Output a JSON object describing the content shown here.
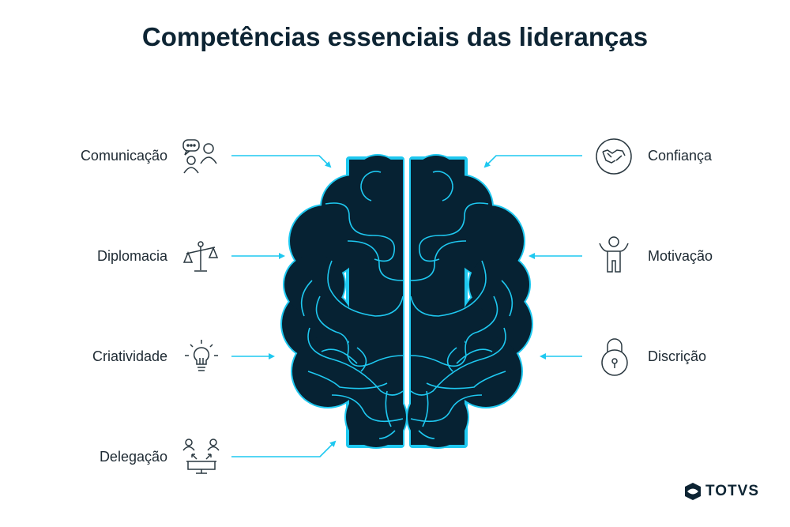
{
  "title": "Competências essenciais das lideranças",
  "left_items": [
    {
      "label": "Comunicação",
      "icon": "speech-people-icon"
    },
    {
      "label": "Diplomacia",
      "icon": "scale-icon"
    },
    {
      "label": "Criatividade",
      "icon": "lightbulb-icon"
    },
    {
      "label": "Delegação",
      "icon": "delegation-icon"
    }
  ],
  "right_items": [
    {
      "label": "Confiança",
      "icon": "handshake-icon"
    },
    {
      "label": "Motivação",
      "icon": "cheering-person-icon"
    },
    {
      "label": "Discrição",
      "icon": "padlock-icon"
    }
  ],
  "logo": "TOTVS",
  "colors": {
    "dark": "#062233",
    "accent": "#1ec8f0"
  }
}
